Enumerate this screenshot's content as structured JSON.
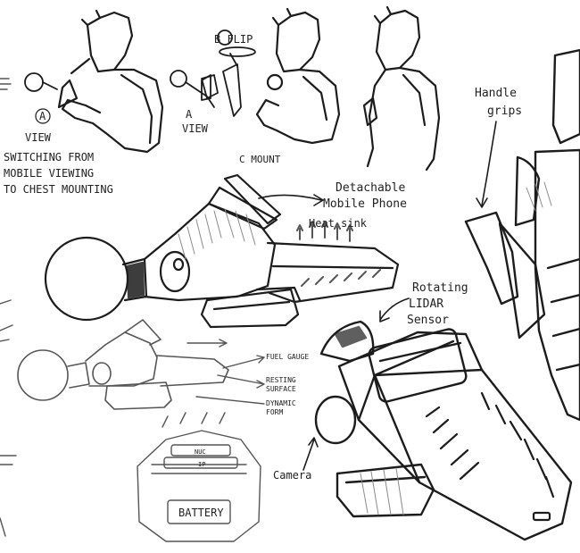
{
  "labels": {
    "flip": "B FLIP",
    "a_view_1": "A",
    "view_1": "VIEW",
    "a_view_2": "A",
    "view_2": "VIEW",
    "mount": "C MOUNT",
    "switching_1": "SWITCHING FROM",
    "switching_2": "MOBILE VIEWING",
    "switching_3": "TO CHEST MOUNTING",
    "detachable_1": "Detachable",
    "detachable_2": "Mobile Phone",
    "heat_sink": "Heat sink",
    "handle_1": "Handle",
    "handle_2": "grips",
    "rotating_1": "Rotating",
    "rotating_2": "LIDAR",
    "rotating_3": "Sensor",
    "fuel_gauge": "FUEL GAUGE",
    "resting_1": "RESTING",
    "resting_2": "SURFACE",
    "dynamic_1": "DYNAMIC",
    "dynamic_2": "FORM",
    "camera": "Camera",
    "nuc": "NUC",
    "ip": "IP",
    "battery": "BATTERY"
  },
  "colors": {
    "ink": "#1c1c1c",
    "paper": "#ffffff",
    "faint": "#8a8a8a"
  }
}
